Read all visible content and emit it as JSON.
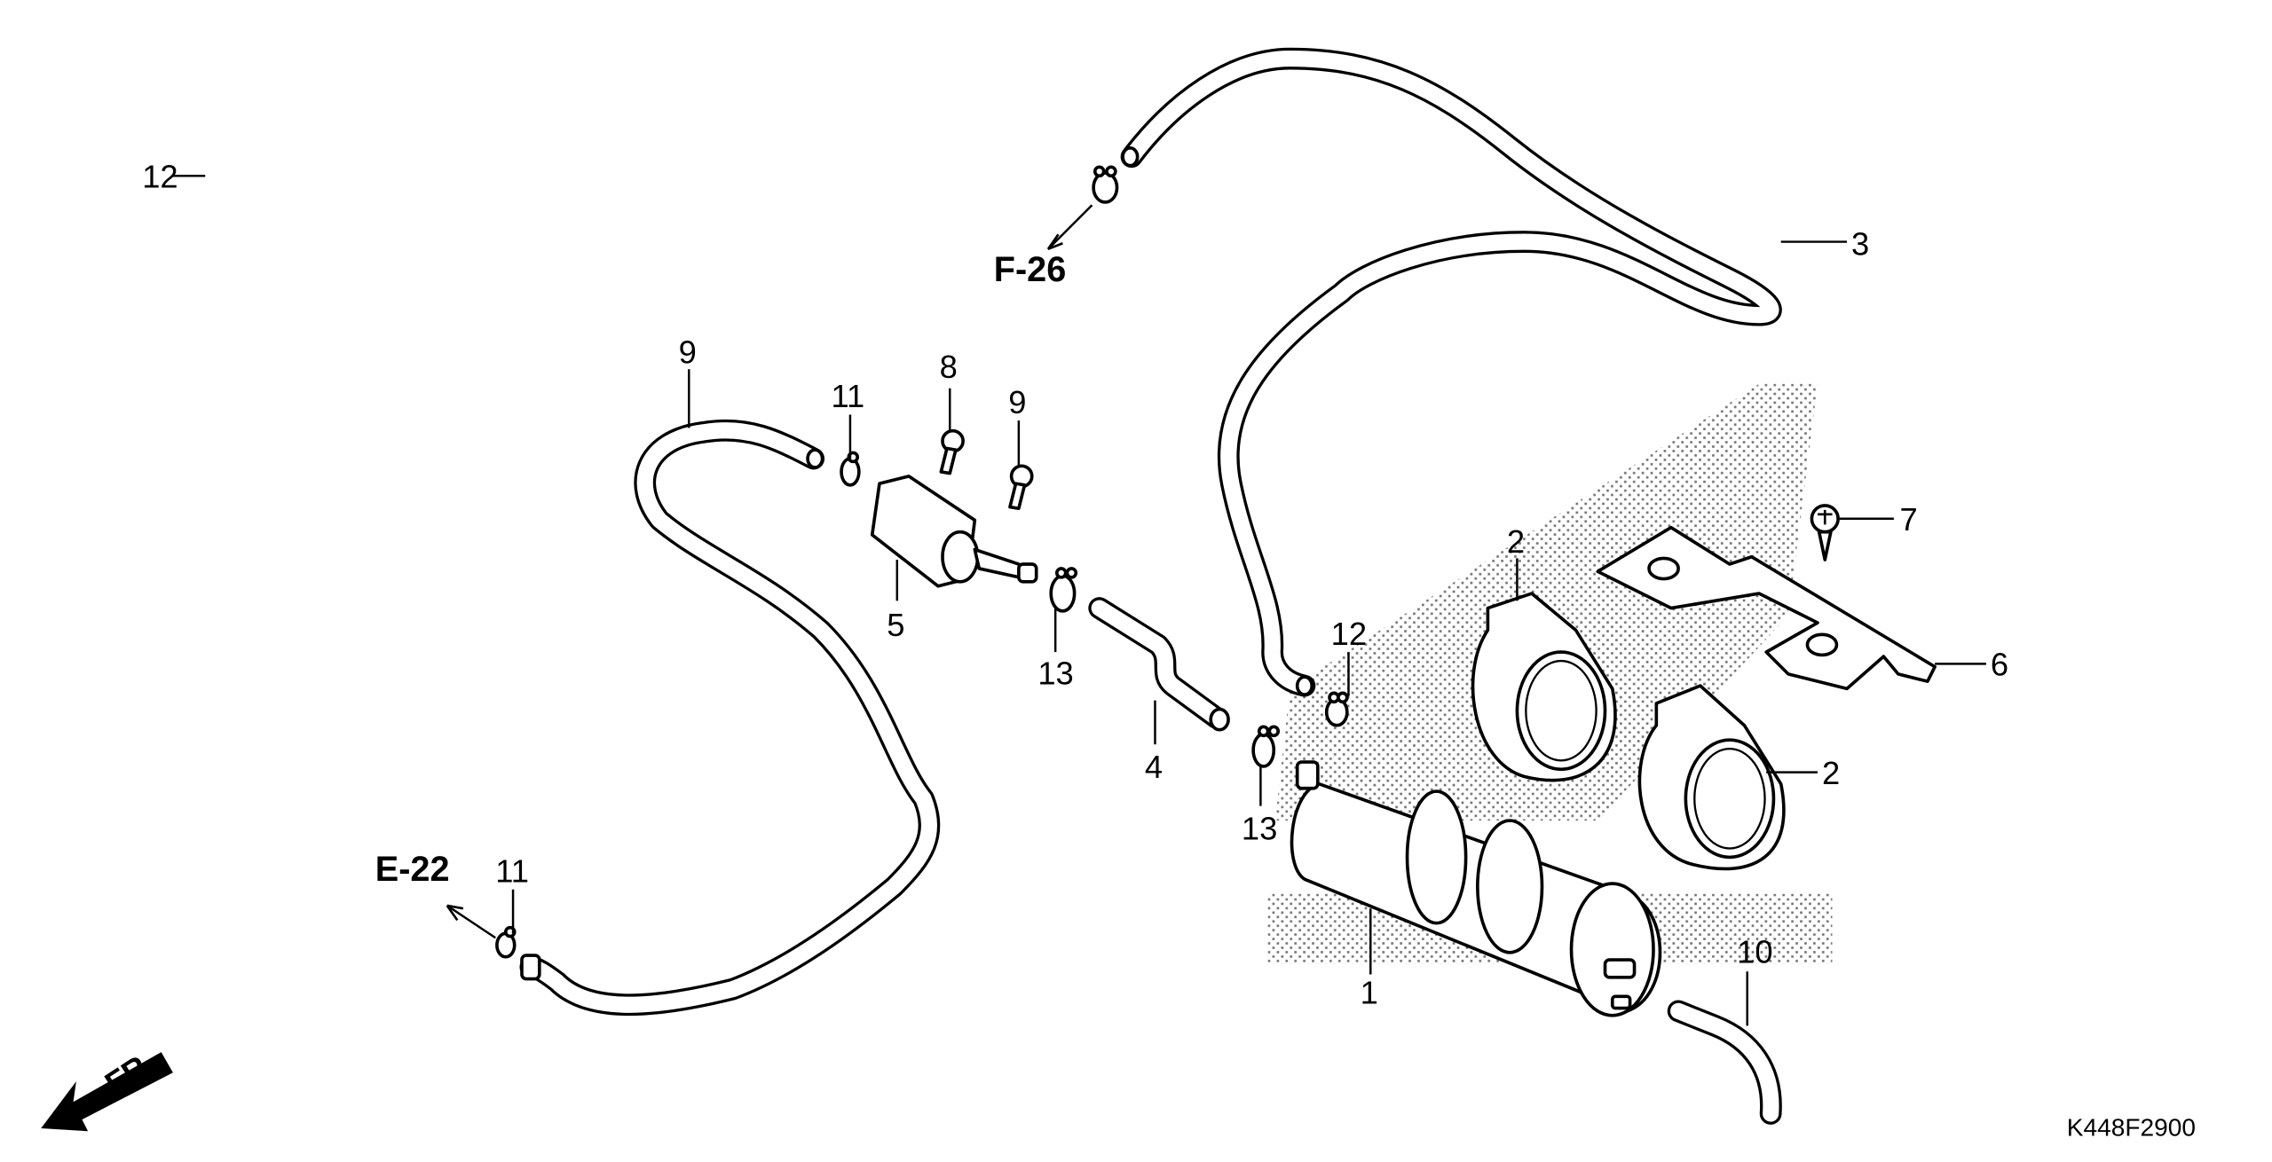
{
  "diagram": {
    "drawing_code": "K448F2900",
    "references": [
      {
        "label": "F-26"
      },
      {
        "label": "E-22"
      }
    ],
    "front_indicator": "FR.",
    "callouts": [
      "1",
      "2",
      "2",
      "3",
      "4",
      "5",
      "6",
      "7",
      "8",
      "9",
      "9",
      "10",
      "11",
      "11",
      "12",
      "12",
      "13",
      "13"
    ],
    "colors": {
      "line": "#000000",
      "background": "#ffffff",
      "stipple": "#000000"
    }
  }
}
